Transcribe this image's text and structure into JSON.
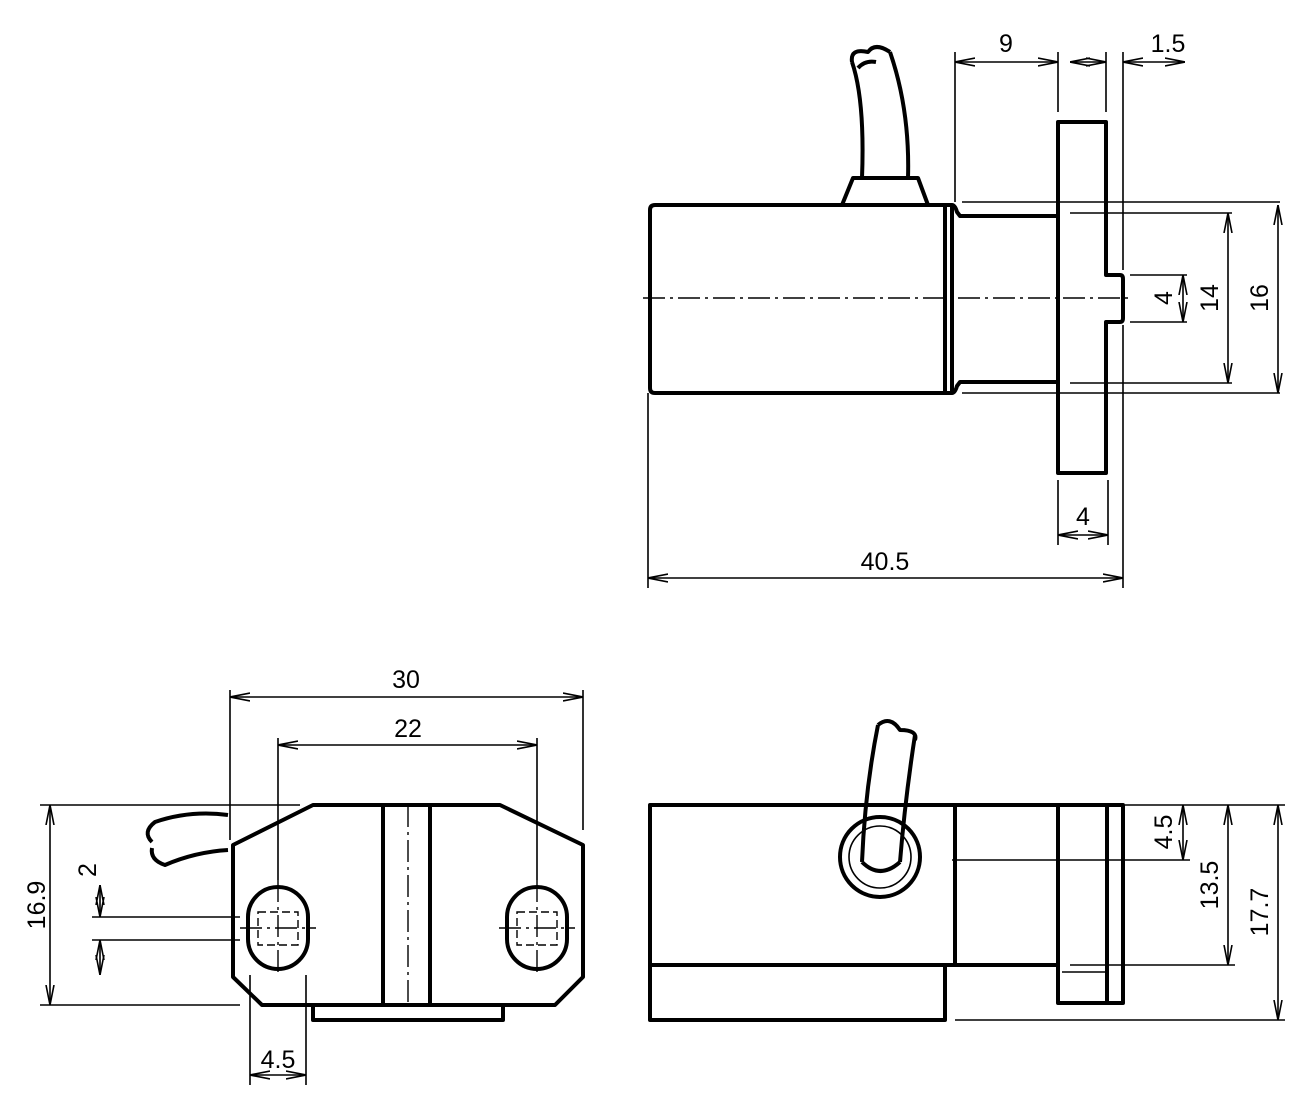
{
  "colors": {
    "line": "#000000",
    "background": "#ffffff"
  },
  "top_view": {
    "dim_9": "9",
    "dim_1_5": "1.5",
    "dim_4_notch": "4",
    "dim_14": "14",
    "dim_16": "16",
    "dim_4_flange": "4",
    "dim_40_5": "40.5"
  },
  "side_view": {
    "dim_30": "30",
    "dim_22": "22",
    "dim_16_9": "16.9",
    "dim_2": "2",
    "dim_4_5": "4.5"
  },
  "front_view": {
    "dim_4_5": "4.5",
    "dim_13_5": "13.5",
    "dim_17_7": "17.7"
  }
}
